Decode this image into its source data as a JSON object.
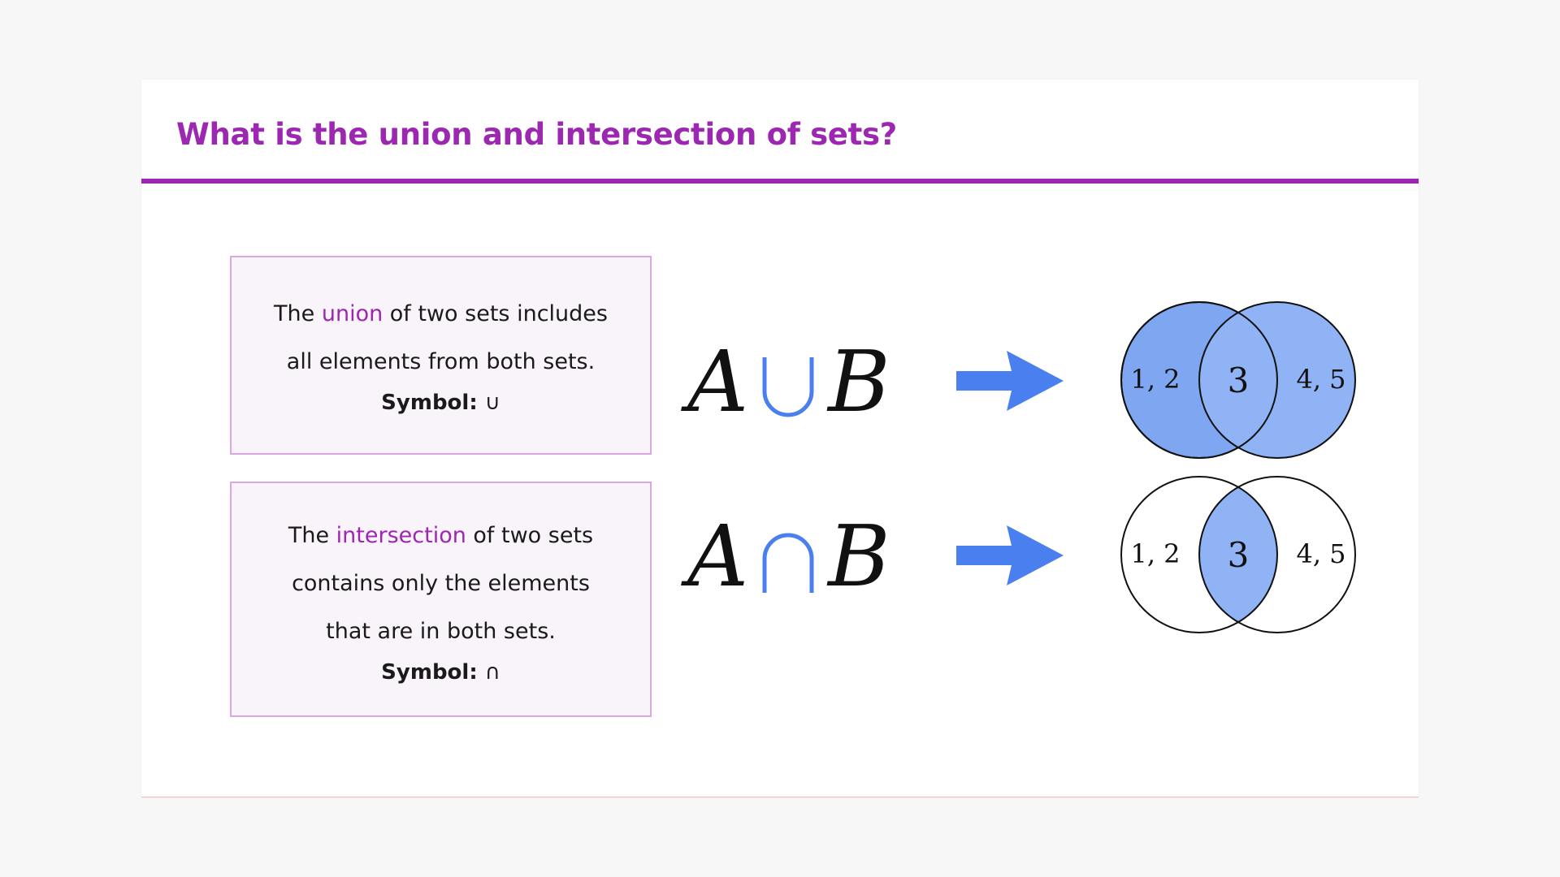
{
  "title": "What is the union and intersection of sets?",
  "colors": {
    "accent": "#9c27b0",
    "blue": "#4a7ff0",
    "union_fill": "#7ea6f1",
    "intersection_fill": "#8fb3f5"
  },
  "union": {
    "text_before": "The ",
    "keyword": "union",
    "text_after_line1": " of two sets includes",
    "line2": "all elements from both sets.",
    "symbol_label": "Symbol:",
    "symbol": "∪",
    "expr_left": "A",
    "expr_right": "B",
    "venn": {
      "left": "1, 2",
      "middle": "3",
      "right": "4, 5"
    }
  },
  "intersection": {
    "text_before": "The ",
    "keyword": "intersection",
    "text_after_line1": " of two sets",
    "line2": "contains only the elements",
    "line3": "that are in both sets.",
    "symbol_label": "Symbol:",
    "symbol": "∩",
    "expr_left": "A",
    "expr_right": "B",
    "venn": {
      "left": "1, 2",
      "middle": "3",
      "right": "4, 5"
    }
  },
  "icons": [
    "union-symbol-icon",
    "intersection-symbol-icon",
    "right-arrow-icon"
  ]
}
